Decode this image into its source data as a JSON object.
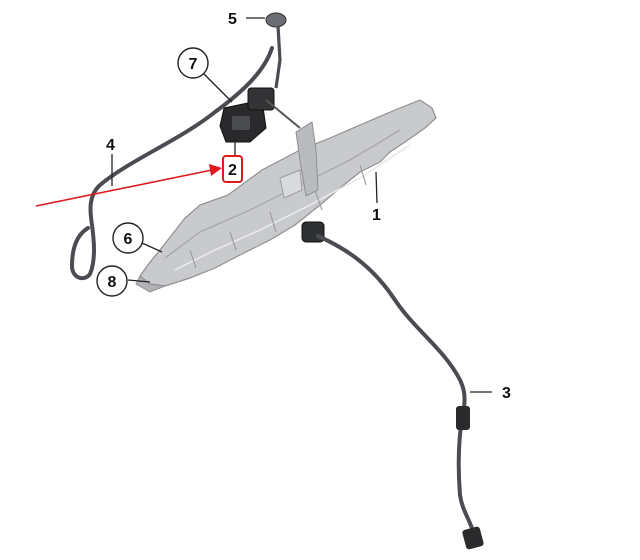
{
  "diagram": {
    "callouts": [
      {
        "id": "1",
        "text": "1"
      },
      {
        "id": "2",
        "text": "2"
      },
      {
        "id": "3",
        "text": "3"
      },
      {
        "id": "4",
        "text": "4"
      },
      {
        "id": "5",
        "text": "5"
      },
      {
        "id": "6",
        "text": "6"
      },
      {
        "id": "7",
        "text": "7"
      },
      {
        "id": "8",
        "text": "8"
      }
    ],
    "highlight": {
      "callout": "2",
      "color": "#e0191c"
    },
    "colors": {
      "shield": "#c9cacc",
      "shield_dark": "#9c9ea2",
      "hose": "#4a4c52",
      "part_black": "#2a2a2c"
    }
  }
}
